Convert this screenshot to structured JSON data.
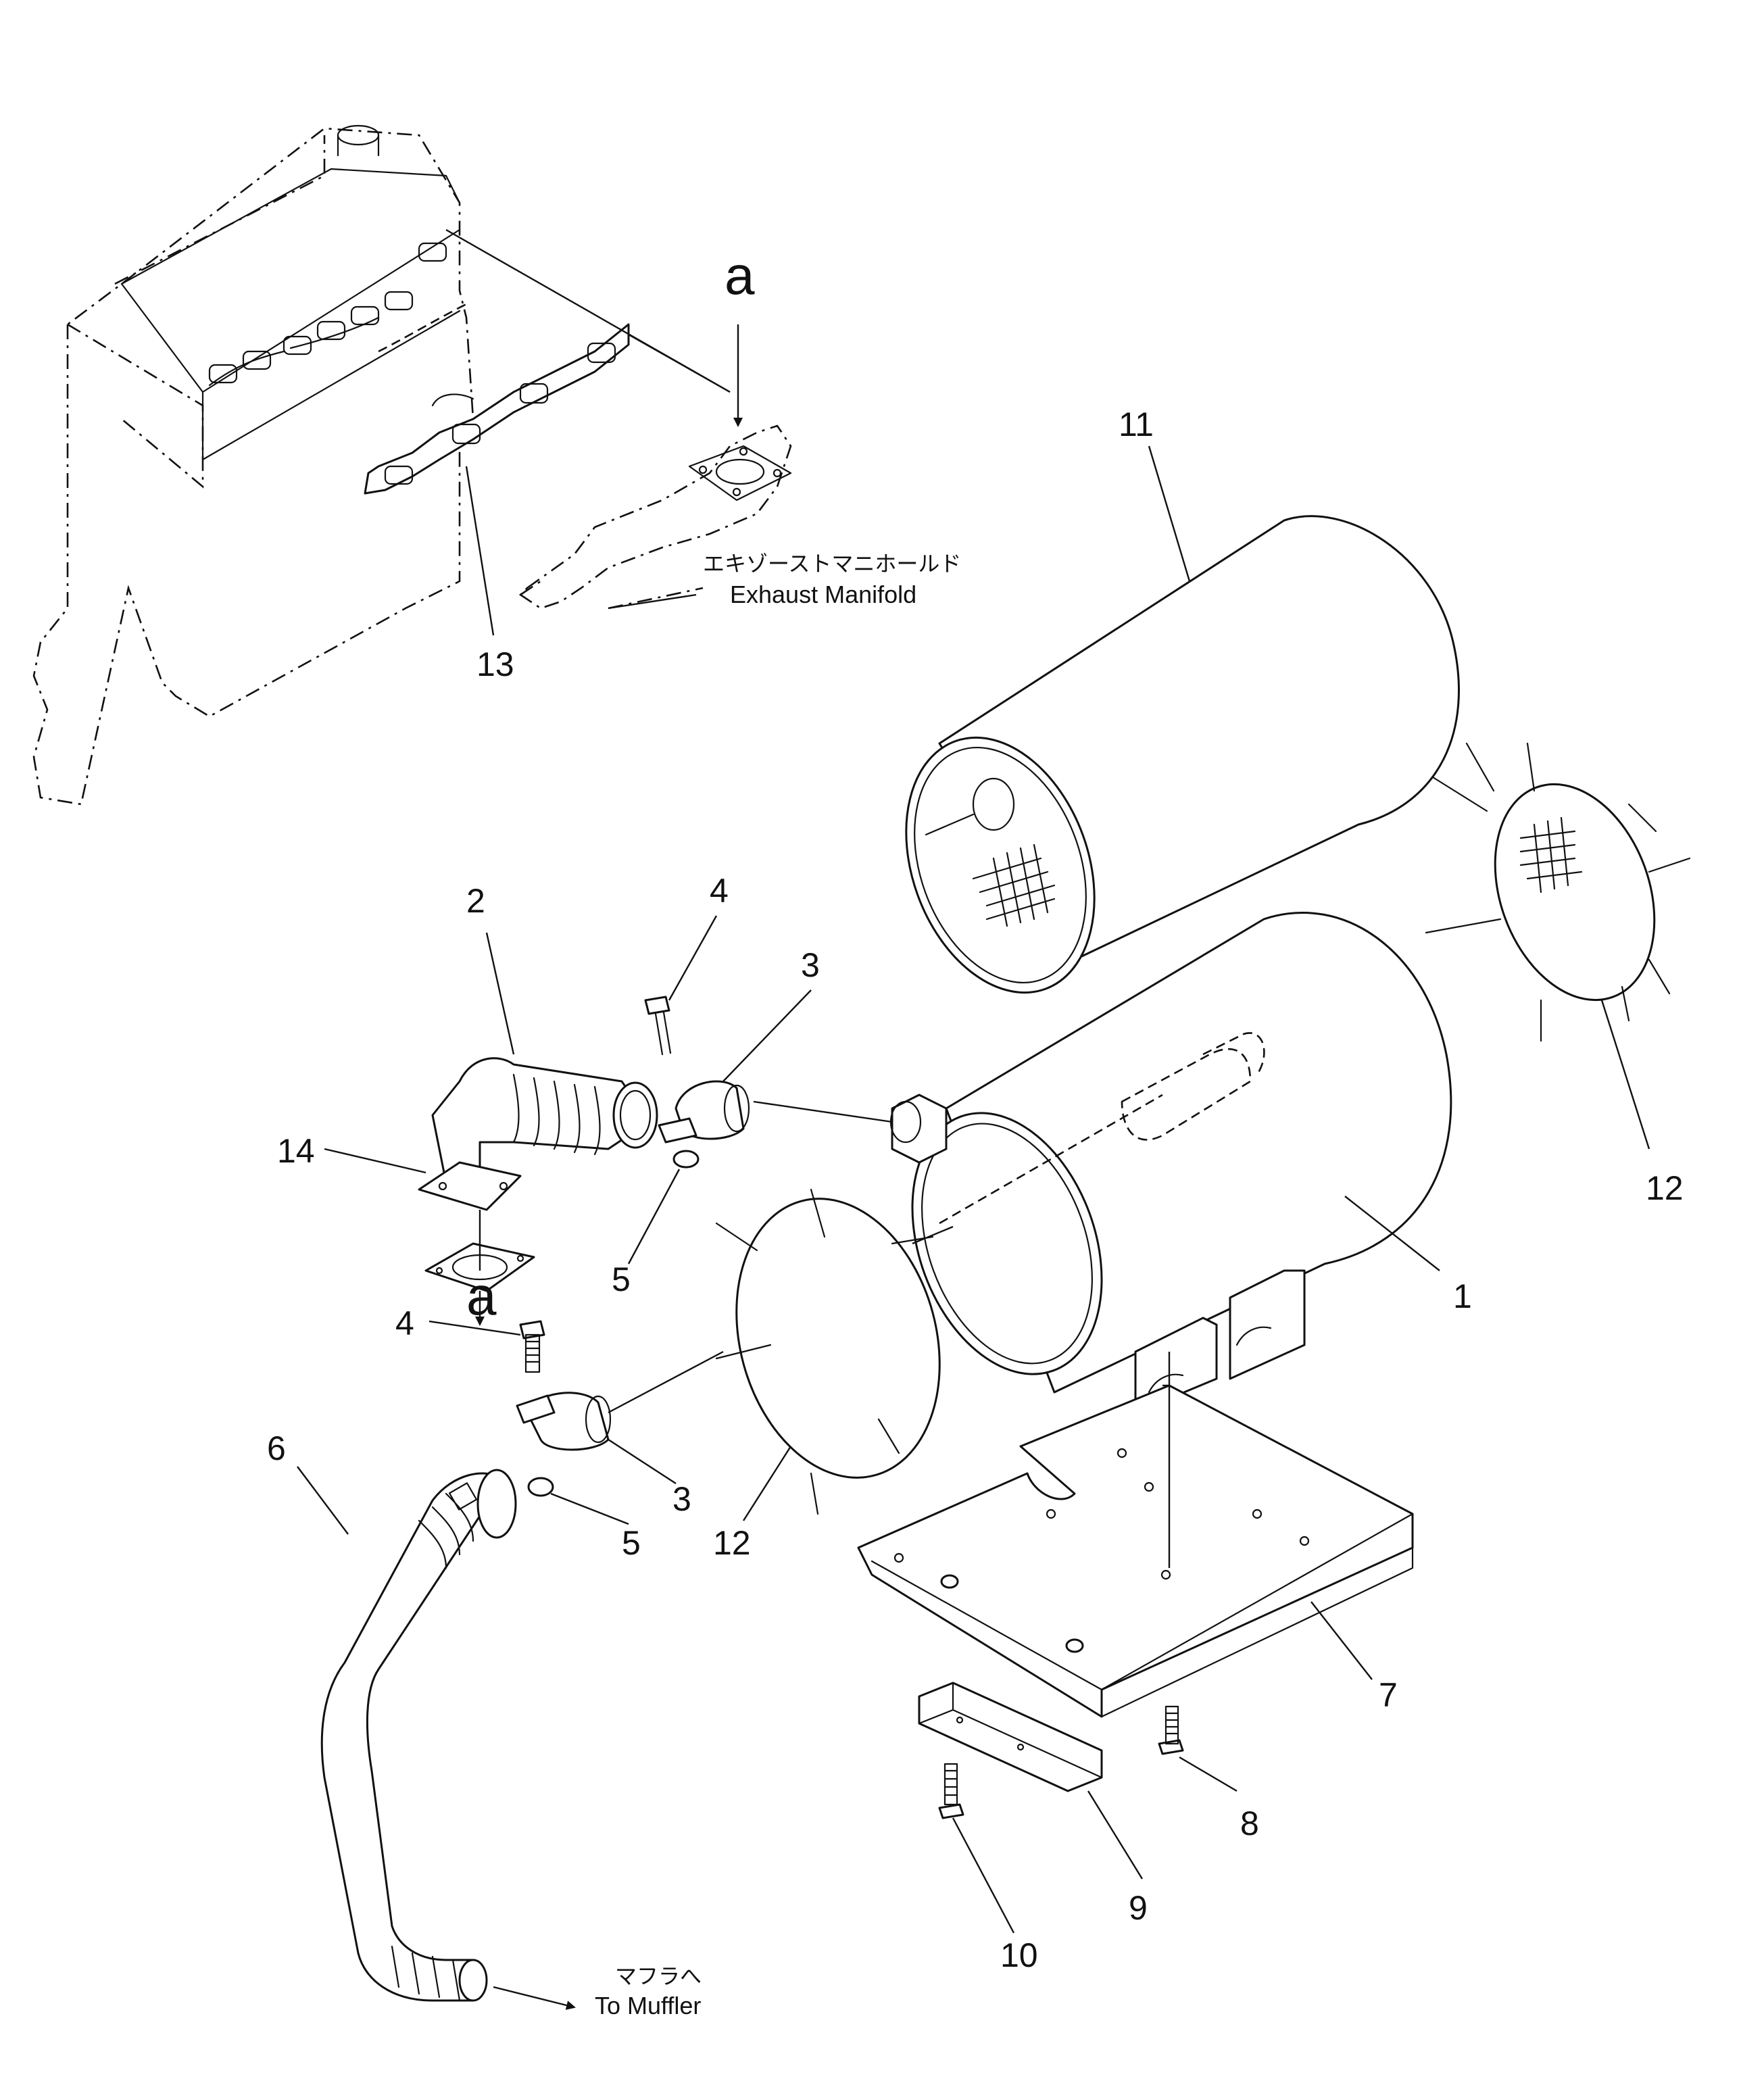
{
  "callouts": {
    "n1": "1",
    "n2": "2",
    "n3a": "3",
    "n3b": "3",
    "n4a": "4",
    "n4b": "4",
    "n5a": "5",
    "n5b": "5",
    "n6": "6",
    "n7": "7",
    "n8": "8",
    "n9": "9",
    "n10": "10",
    "n11": "11",
    "n12a": "12",
    "n12b": "12",
    "n13": "13",
    "n14": "14",
    "a_top": "a",
    "a_bottom": "a"
  },
  "captions": {
    "exhaust_manifold_jp": "エキゾーストマニホールド",
    "exhaust_manifold_en": "Exhaust Manifold",
    "to_muffler_jp": "マフラへ",
    "to_muffler_en": "To Muffler"
  }
}
